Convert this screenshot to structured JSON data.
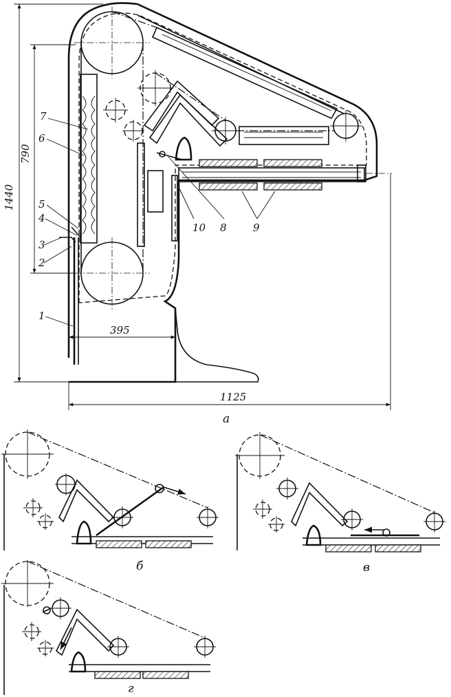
{
  "views": {
    "a": {
      "caption": "а"
    },
    "b": {
      "caption": "б"
    },
    "v": {
      "caption": "в"
    },
    "g": {
      "caption": "г"
    }
  },
  "dimensions": {
    "total_height": "1440",
    "working_height": "790",
    "depth": "395",
    "total_width": "1125"
  },
  "part_labels": [
    "1",
    "2",
    "3",
    "4",
    "5",
    "6",
    "7",
    "8",
    "9",
    "10"
  ]
}
